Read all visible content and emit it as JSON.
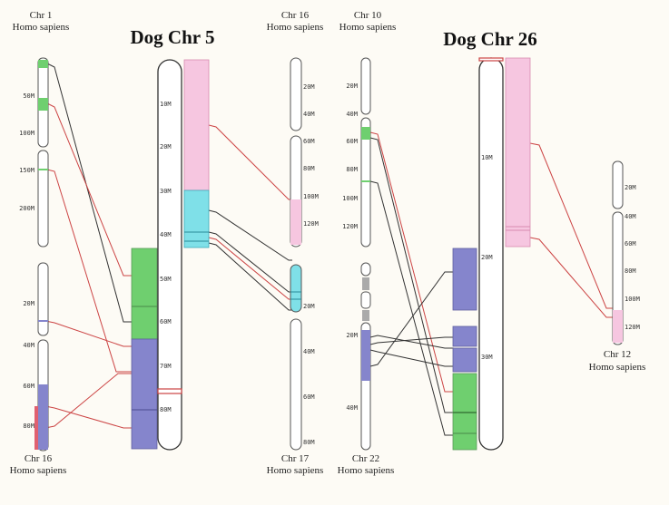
{
  "titles": {
    "dog5": "Dog Chr 5",
    "dog26": "Dog Chr 26"
  },
  "labels": {
    "chr1": "Chr 1",
    "chr16_top": "Chr 16",
    "chr10": "Chr 10",
    "chr16_bottom": "Chr 16",
    "chr17": "Chr 17",
    "chr22": "Chr 22",
    "chr12": "Chr 12",
    "species": "Homo sapiens"
  },
  "ticks": {
    "chr1": [
      "50M",
      "100M",
      "150M",
      "200M"
    ],
    "chr16_bottom": [
      "20M",
      "40M",
      "60M",
      "80M"
    ],
    "dog5": [
      "10M",
      "20M",
      "30M",
      "40M",
      "50M",
      "60M",
      "70M",
      "80M"
    ],
    "chr16_top": [
      "20M",
      "40M",
      "60M",
      "80M",
      "100M",
      "120M"
    ],
    "chr17": [
      "20M",
      "40M",
      "60M",
      "80M"
    ],
    "chr10": [
      "20M",
      "40M",
      "60M",
      "80M",
      "100M",
      "120M"
    ],
    "chr22": [
      "20M",
      "40M"
    ],
    "dog26": [
      "10M",
      "20M",
      "30M"
    ],
    "chr12": [
      "20M",
      "40M",
      "60M",
      "80M",
      "100M",
      "120M"
    ]
  },
  "colors": {
    "green": "#6fcf6f",
    "blue": "#8585cc",
    "pink": "#f6c6e0",
    "cyan": "#7fe0e8",
    "red_link": "#cc4444",
    "dark_link": "#333333"
  }
}
